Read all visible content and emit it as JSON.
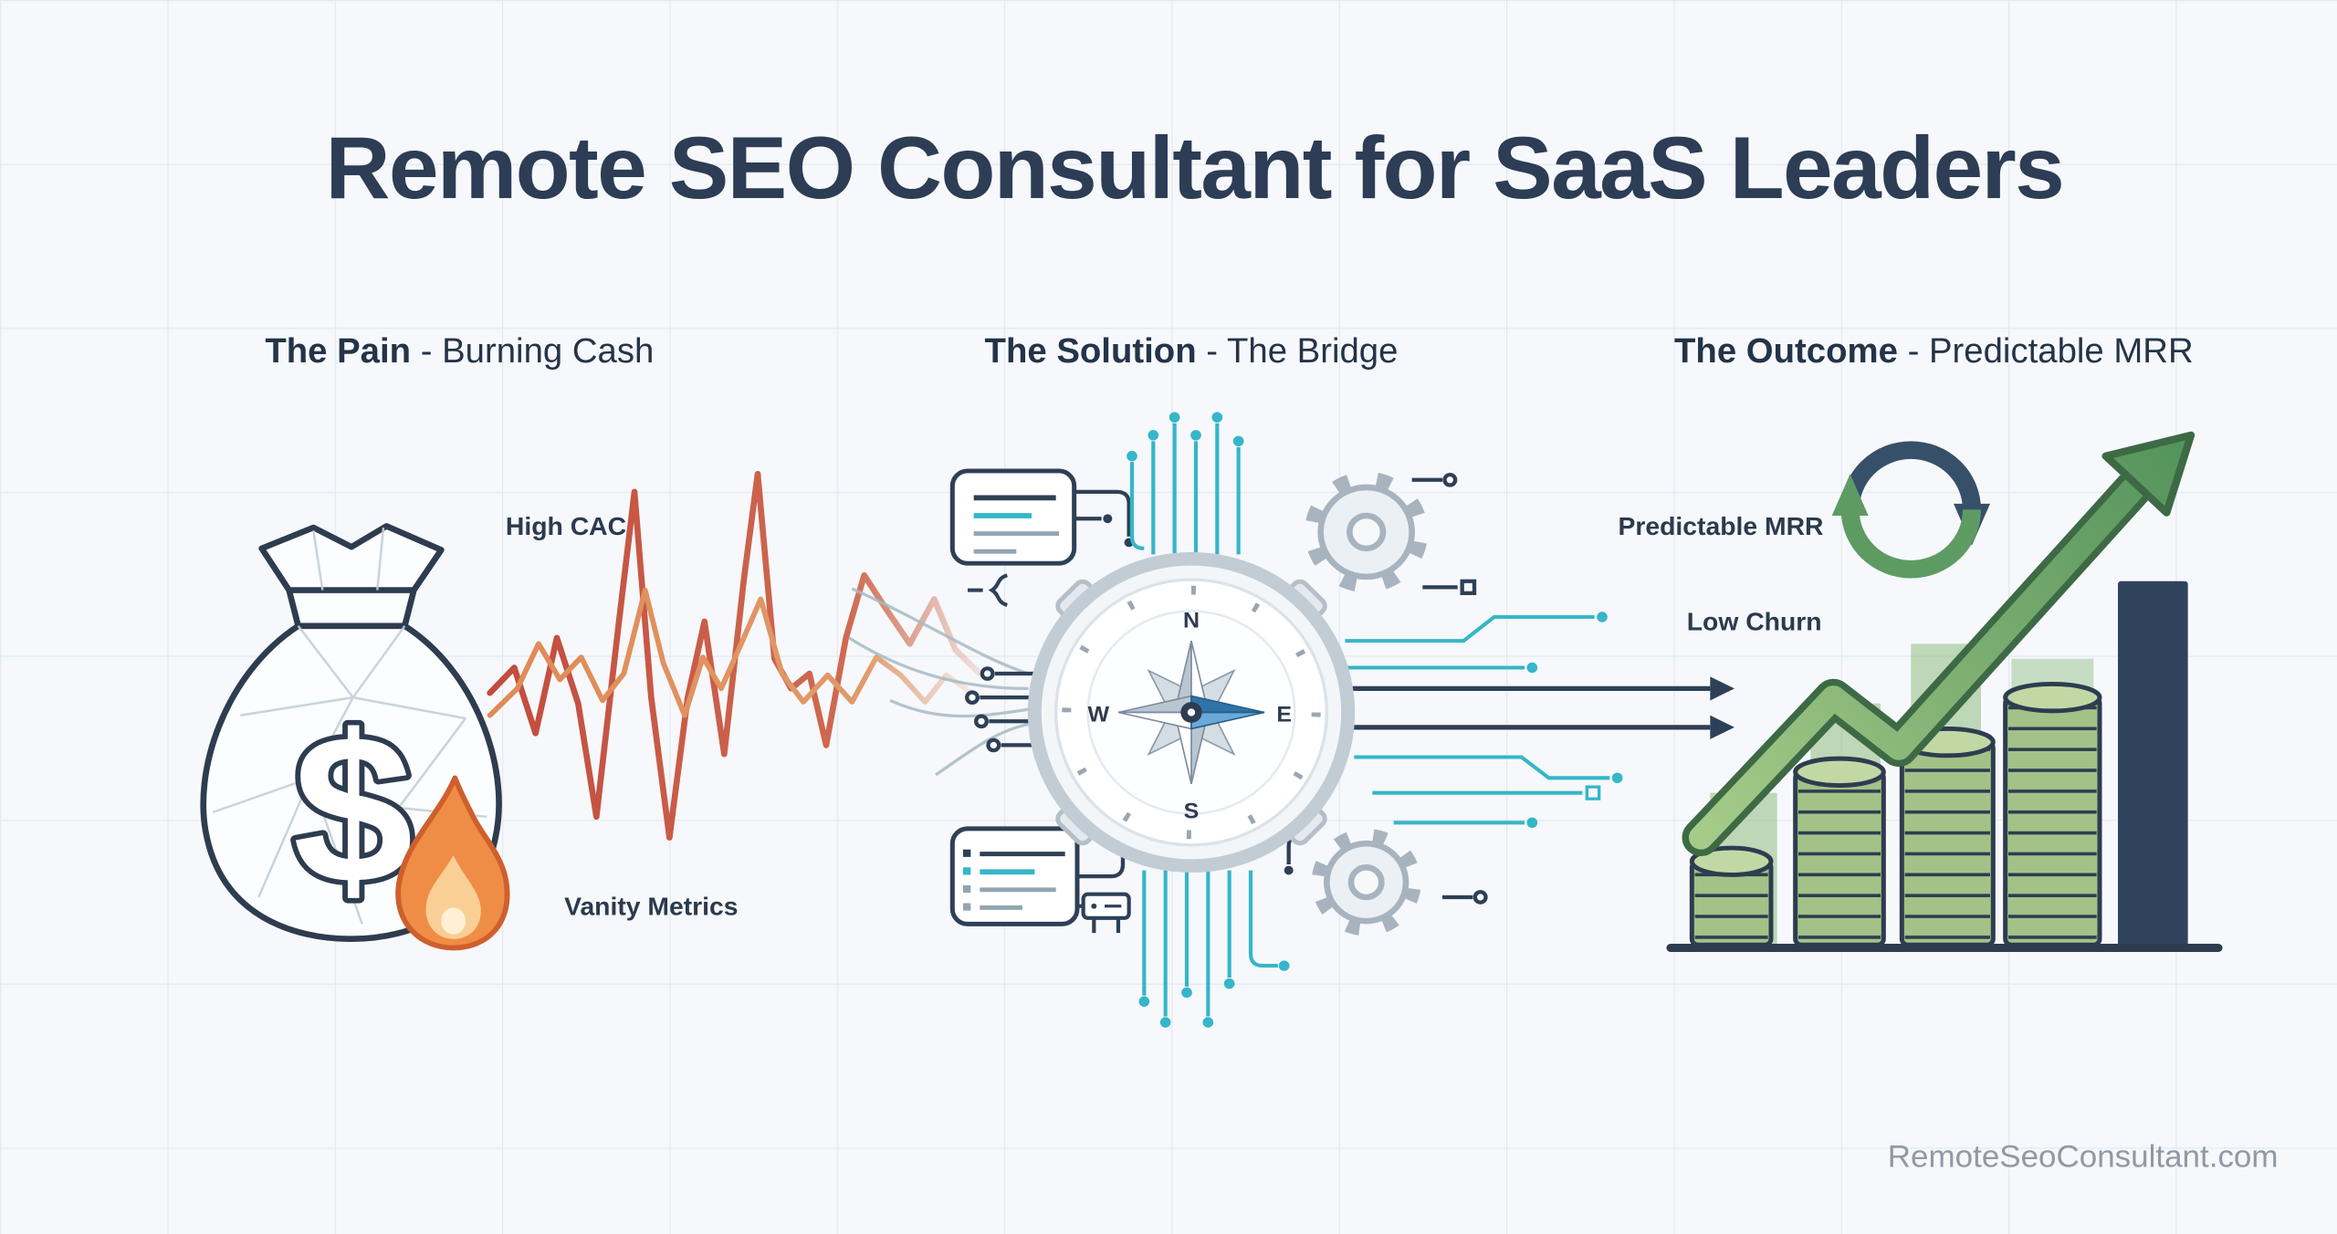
{
  "title": "Remote SEO Consultant for SaaS Leaders",
  "sections": {
    "pain": {
      "heading_bold": "The Pain",
      "heading_rest": " - Burning Cash",
      "label_high_cac": "High CAC",
      "label_vanity_metrics": "Vanity Metrics",
      "currency_symbol": "$"
    },
    "solution": {
      "heading_bold": "The Solution",
      "heading_rest": " - The Bridge",
      "compass": {
        "north": "N",
        "east": "E",
        "south": "S",
        "west": "W"
      }
    },
    "outcome": {
      "heading_bold": "The Outcome",
      "heading_rest": " - Predictable MRR",
      "label_predictable_mrr": "Predictable MRR",
      "label_low_churn": "Low Churn"
    }
  },
  "footer": {
    "website": "RemoteSeoConsultant.com"
  },
  "colors": {
    "background": "#f6f8fb",
    "grid_line": "#e3e9f2",
    "heading_navy": "#243448",
    "pain_red": "#c24b3e",
    "pain_orange": "#e08a54",
    "bridge_teal": "#35b6c9",
    "circuit_navy": "#2e4057",
    "outcome_green": "#5e9b63",
    "bar_navy": "#30435c"
  }
}
